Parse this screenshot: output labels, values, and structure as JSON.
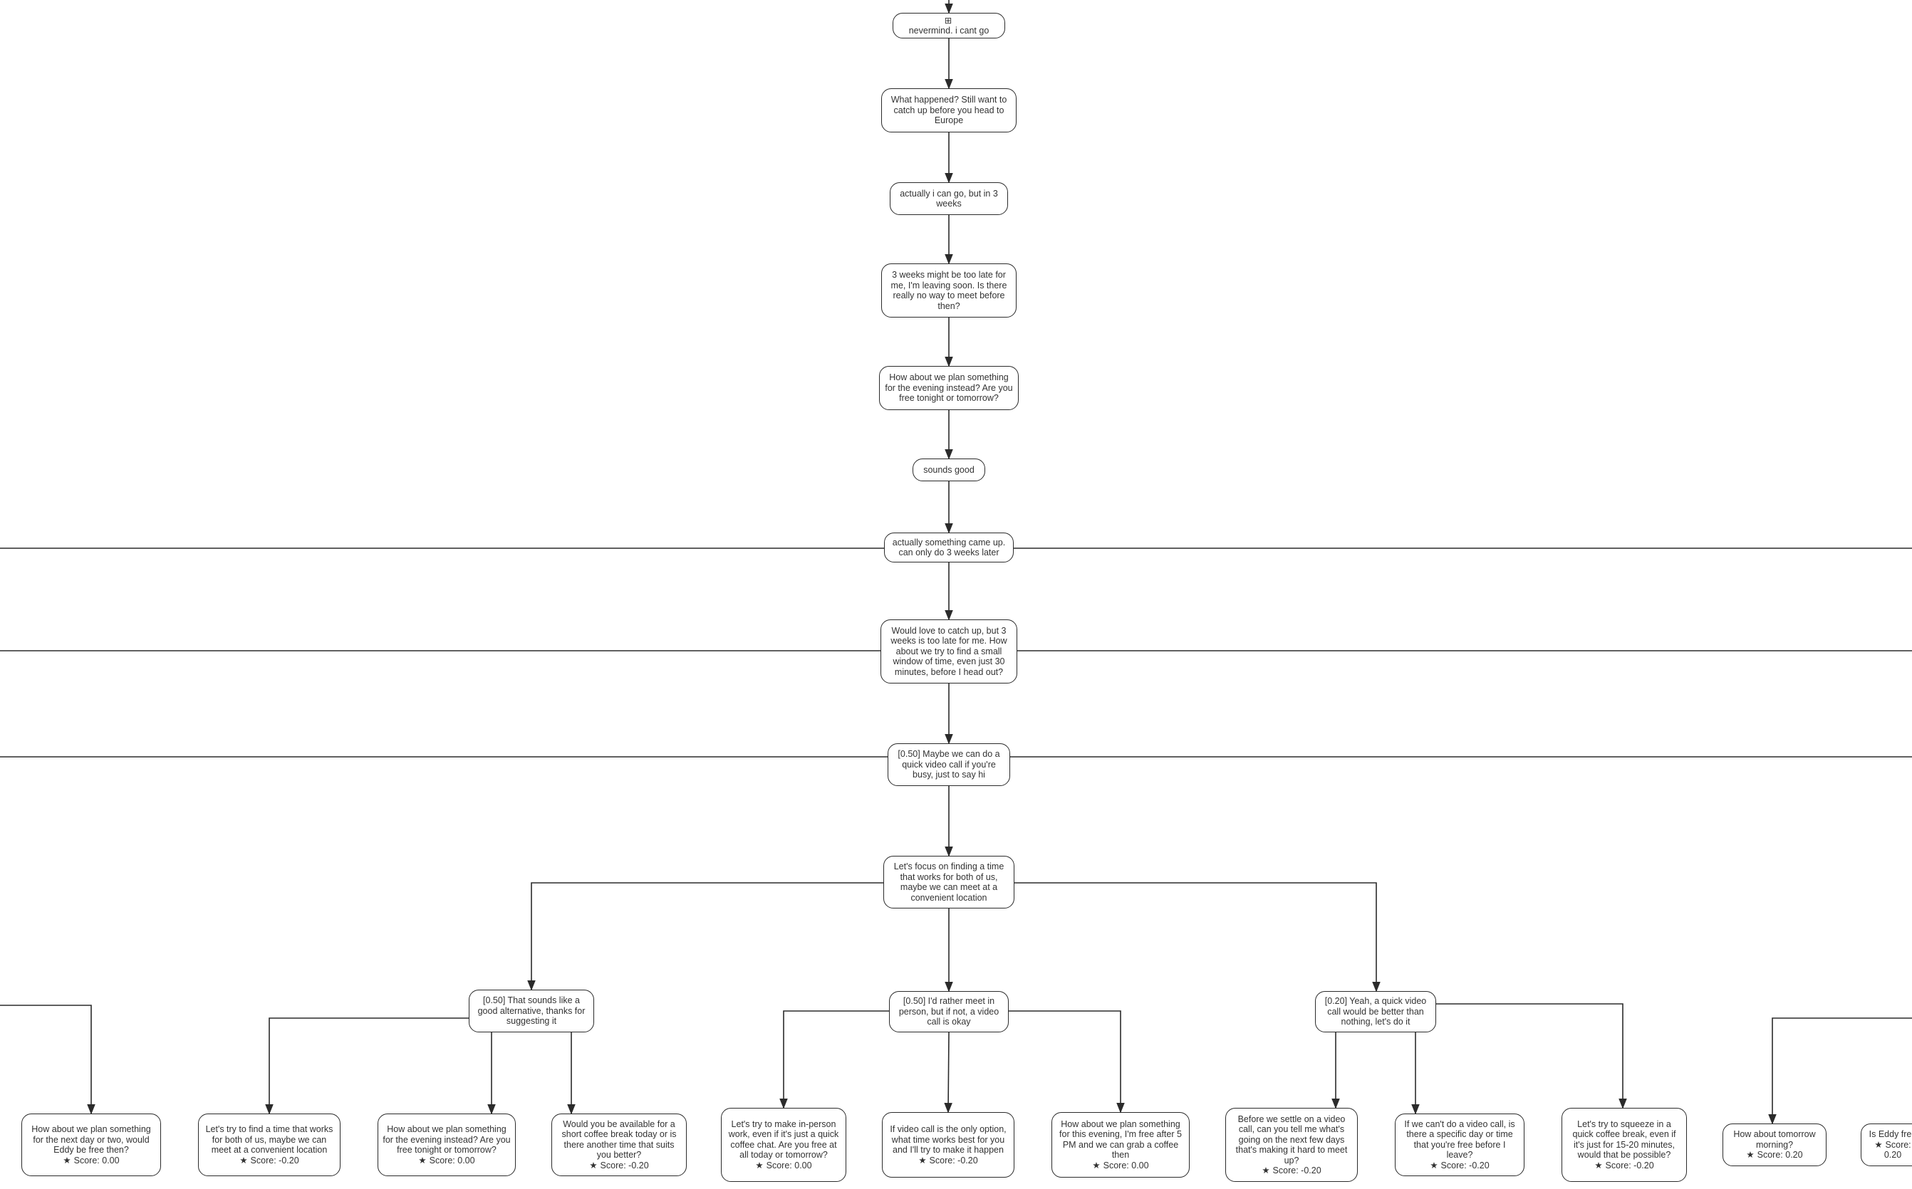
{
  "diagram": {
    "score_prefix": "Score:",
    "star_icon": "★",
    "nodes": [
      {
        "id": "n1",
        "text": "nevermind. i cant go",
        "score": null,
        "icon": "table-icon"
      },
      {
        "id": "n2",
        "text": "What happened? Still want to catch up before you head to Europe",
        "score": null
      },
      {
        "id": "n3",
        "text": "actually i can go, but in 3 weeks",
        "score": null
      },
      {
        "id": "n4",
        "text": "3 weeks might be too late for me, I'm leaving soon. Is there really no way to meet before then?",
        "score": null
      },
      {
        "id": "n5",
        "text": "How about we plan something for the evening instead? Are you free tonight or tomorrow?",
        "score": null
      },
      {
        "id": "n6",
        "text": "sounds good",
        "score": null
      },
      {
        "id": "n7",
        "text": "actually something came up. can only do 3 weeks later",
        "score": null
      },
      {
        "id": "n8",
        "text": "Would love to catch up, but 3 weeks is too late for me. How about we try to find a small window of time, even just 30 minutes, before I head out?",
        "score": null
      },
      {
        "id": "n9",
        "text": "[0.50] Maybe we can do a quick video call if you're busy, just to say hi",
        "score": null
      },
      {
        "id": "n10",
        "text": "Let's focus on finding a time that works for both of us, maybe we can meet at a convenient location",
        "score": null
      },
      {
        "id": "b1",
        "text": "[0.50] That sounds like a good alternative, thanks for suggesting it",
        "score": null
      },
      {
        "id": "b2",
        "text": "[0.50] I'd rather meet in person, but if not, a video call is okay",
        "score": null
      },
      {
        "id": "b3",
        "text": "[0.20] Yeah, a quick video call would be better than nothing, let's do it",
        "score": null
      },
      {
        "id": "l0",
        "text": "How about we plan something for the next day or two, would Eddy be free then?",
        "score": "0.00"
      },
      {
        "id": "l1",
        "text": "Let's try to find a time that works for both of us, maybe we can meet at a convenient location",
        "score": "-0.20"
      },
      {
        "id": "l2",
        "text": "How about we plan something for the evening instead? Are you free tonight or tomorrow?",
        "score": "0.00"
      },
      {
        "id": "l3",
        "text": "Would you be available for a short coffee break today or is there another time that suits you better?",
        "score": "-0.20"
      },
      {
        "id": "l4",
        "text": "Let's try to make in-person work, even if it's just a quick coffee chat. Are you free at all today or tomorrow?",
        "score": "0.00"
      },
      {
        "id": "l5",
        "text": "If video call is the only option, what time works best for you and I'll try to make it happen",
        "score": "-0.20"
      },
      {
        "id": "l6",
        "text": "How about we plan something for this evening, I'm free after 5 PM and we can grab a coffee then",
        "score": "0.00"
      },
      {
        "id": "l7",
        "text": "Before we settle on a video call, can you tell me what's going on the next few days that's making it hard to meet up?",
        "score": "-0.20"
      },
      {
        "id": "l8",
        "text": "If we can't do a video call, is there a specific day or time that you're free before I leave?",
        "score": "-0.20"
      },
      {
        "id": "l9",
        "text": "Let's try to squeeze in a quick coffee break, even if it's just for 15-20 minutes, would that be possible?",
        "score": "-0.20"
      },
      {
        "id": "l10",
        "text": "How about tomorrow morning?",
        "score": "0.20"
      },
      {
        "id": "l11",
        "text": "Is Eddy free",
        "score": "0.20"
      }
    ]
  }
}
